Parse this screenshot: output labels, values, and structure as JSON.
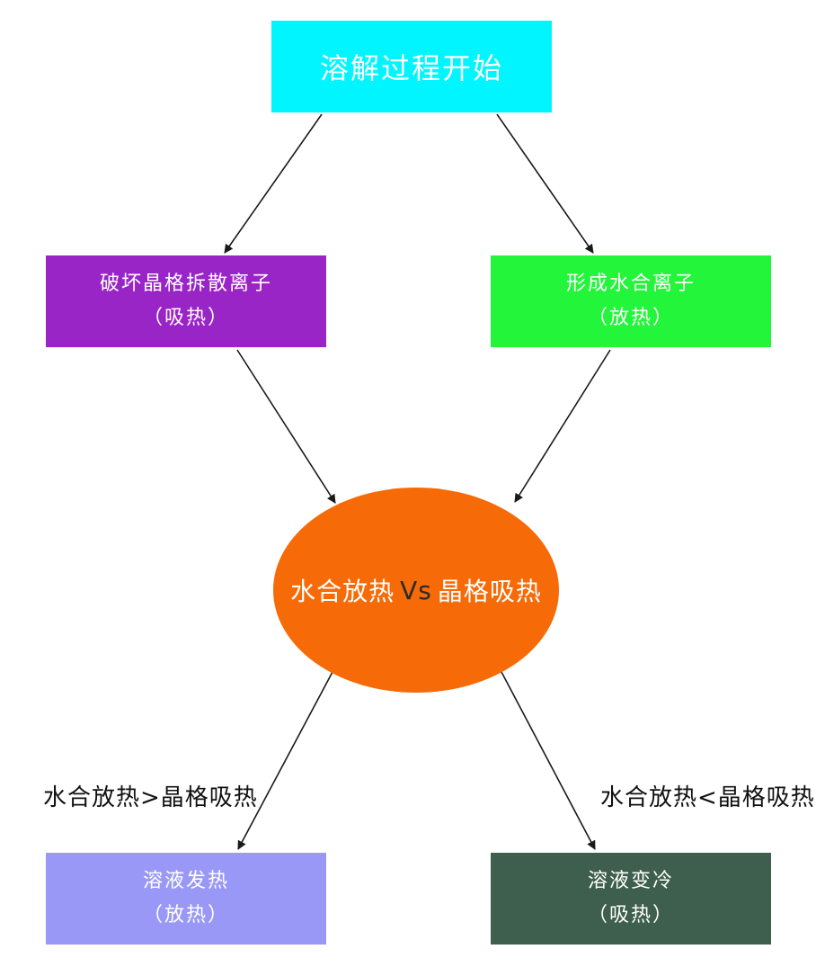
{
  "nodes": {
    "start": {
      "label": "溶解过程开始",
      "color": "#00f5ff"
    },
    "left": {
      "line1": "破坏晶格拆散离子",
      "line2": "（吸热）",
      "color": "#9a25c7"
    },
    "right": {
      "line1": "形成水合离子",
      "line2": "（放热）",
      "color": "#22f53a"
    },
    "center": {
      "part1": "水合放热",
      "vs": "Vs",
      "part2": "晶格吸热",
      "color": "#f66a07"
    },
    "bottom_left": {
      "line1": "溶液发热",
      "line2": "（放热）",
      "color": "#9a98f7"
    },
    "bottom_right": {
      "line1": "溶液变冷",
      "line2": "（吸热）",
      "color": "#3e5f4d"
    }
  },
  "conditions": {
    "left": "水合放热>晶格吸热",
    "right": "水合放热<晶格吸热"
  },
  "colors": {
    "arrow": "#1a1a1a",
    "vs_text": "#2a2a2a"
  }
}
